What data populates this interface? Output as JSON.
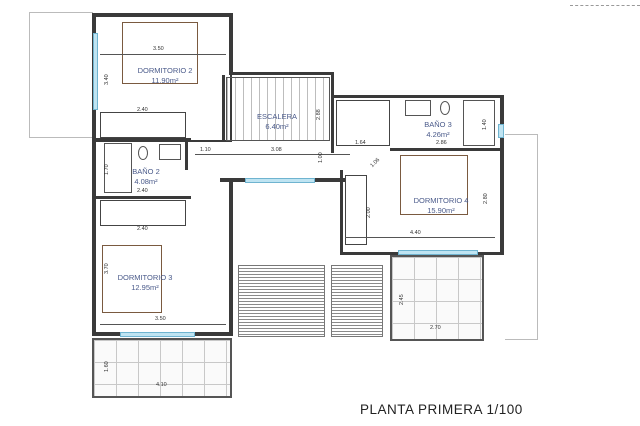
{
  "plan": {
    "title": "PLANTA PRIMERA 1/100",
    "rooms": [
      {
        "id": "dormitorio-2",
        "name": "DORMITORIO 2",
        "area": "11.90m²"
      },
      {
        "id": "escalera",
        "name": "ESCALERA",
        "area": "6.40m²"
      },
      {
        "id": "bano-3",
        "name": "BAÑO 3",
        "area": "4.26m²"
      },
      {
        "id": "bano-2",
        "name": "BAÑO 2",
        "area": "4.08m²"
      },
      {
        "id": "dormitorio-4",
        "name": "DORMITORIO 4",
        "area": "15.90m²"
      },
      {
        "id": "dormitorio-3",
        "name": "DORMITORIO 3",
        "area": "12.95m²"
      }
    ],
    "dimensions": {
      "d2_width": "3.50",
      "d2_height": "3.40",
      "d2_wardrobe": "2.40",
      "stair_height": "2.88",
      "hall_left": "1.10",
      "hall_width": "3.08",
      "hall_height": "1.00",
      "b3_left": "1.64",
      "b3_width": "2.86",
      "b3_shower": "1.40",
      "diag": "1.06",
      "b2_height": "1.70",
      "b2_width": "2.40",
      "d4_left": "2.00",
      "d4_right": "2.80",
      "d4_width": "4.40",
      "d3_wardrobe": "2.40",
      "d3_height": "3.70",
      "d3_width": "3.50",
      "terrace_left_depth": "1.60",
      "terrace_left_width": "4.10",
      "terrace_right_depth": "2.45",
      "terrace_right_width": "2.70"
    },
    "colors": {
      "wall": "#3a3a3a",
      "window": "#bfe4f2",
      "label": "#4a5a8a",
      "furniture": "#7a5a40"
    }
  }
}
